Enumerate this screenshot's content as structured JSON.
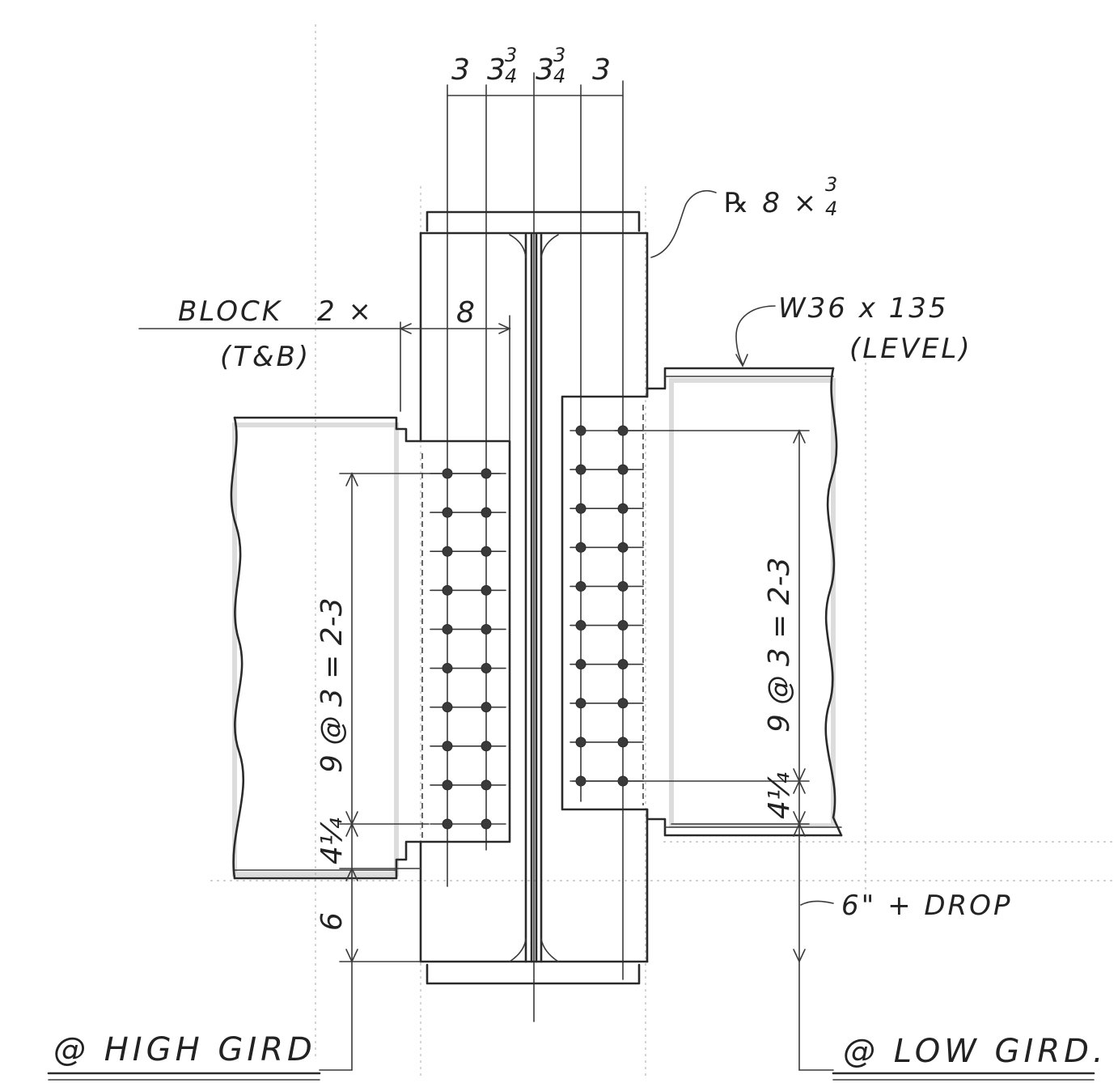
{
  "drawing": {
    "top_dimensions": {
      "d1": "3",
      "d2_whole": "3",
      "d2_num": "3",
      "d2_den": "4",
      "d3_whole": "3",
      "d3_num": "3",
      "d3_den": "4",
      "d4": "3"
    },
    "plate_label": {
      "prefix": "℞ 8 ×",
      "num": "3",
      "den": "4"
    },
    "beam_label": {
      "line1": "W36 x 135",
      "line2": "(LEVEL)"
    },
    "block_label": {
      "line1": "BLOCK",
      "line1_count": "2 ×",
      "line1_size": "8",
      "line2": "(T&B)"
    },
    "left_bolt_dim": "9 @ 3 = 2-3",
    "right_bolt_dim": "9 @ 3 = 2-3",
    "left_edge_dim": "4¼",
    "right_edge_dim": "4¼",
    "left_bottom_dim": "6",
    "right_bottom_dim": "6\" + DROP",
    "left_caption": "@ HIGH GIRD",
    "right_caption": "@ LOW GIRD.",
    "bolt_rows": 10
  }
}
